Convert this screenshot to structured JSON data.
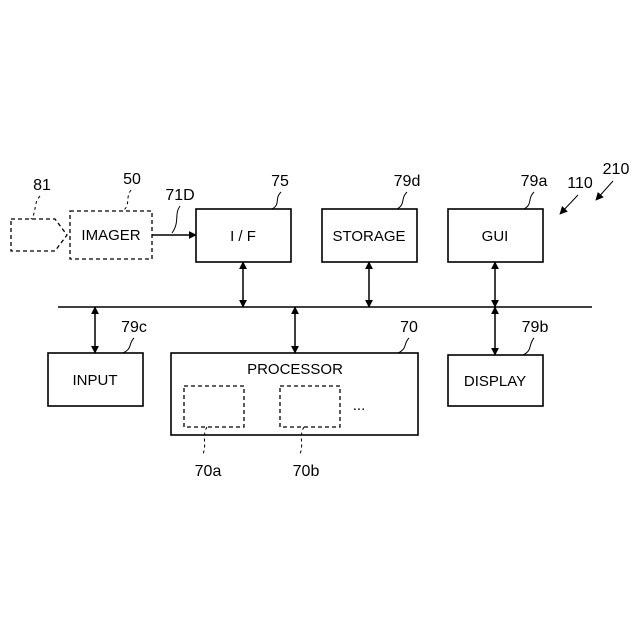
{
  "diagram": {
    "blocks": {
      "imager": "IMAGER",
      "interface": "I / F",
      "storage": "STORAGE",
      "gui": "GUI",
      "input": "INPUT",
      "processor": "PROCESSOR",
      "display": "DISPLAY",
      "ellipsis": "..."
    },
    "refs": {
      "camera": "81",
      "imager": "50",
      "signal": "71D",
      "interface": "75",
      "storage": "79d",
      "gui": "79a",
      "system": "110",
      "device": "210",
      "input": "79c",
      "processor": "70",
      "display": "79b",
      "unit_a": "70a",
      "unit_b": "70b"
    }
  }
}
